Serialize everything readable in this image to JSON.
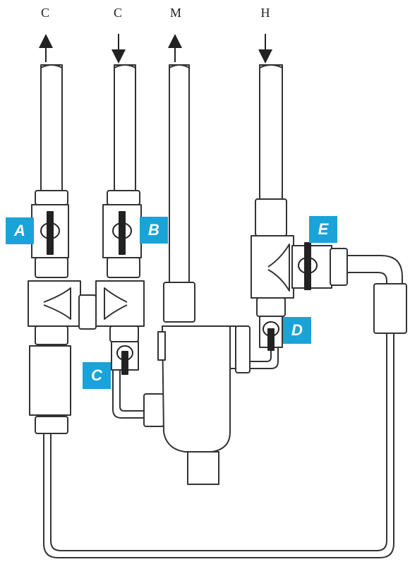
{
  "diagram": {
    "top_labels": [
      {
        "id": "c-out",
        "text": "C",
        "flow": "up"
      },
      {
        "id": "c-in",
        "text": "C",
        "flow": "down"
      },
      {
        "id": "m-out",
        "text": "M",
        "flow": "up"
      },
      {
        "id": "h-in",
        "text": "H",
        "flow": "down"
      }
    ],
    "valve_labels": {
      "a": "A",
      "b": "B",
      "c": "C",
      "d": "D",
      "e": "E"
    },
    "colors": {
      "badge": "#1aa3d9",
      "outline": "#333333",
      "fill": "#ffffff"
    }
  }
}
